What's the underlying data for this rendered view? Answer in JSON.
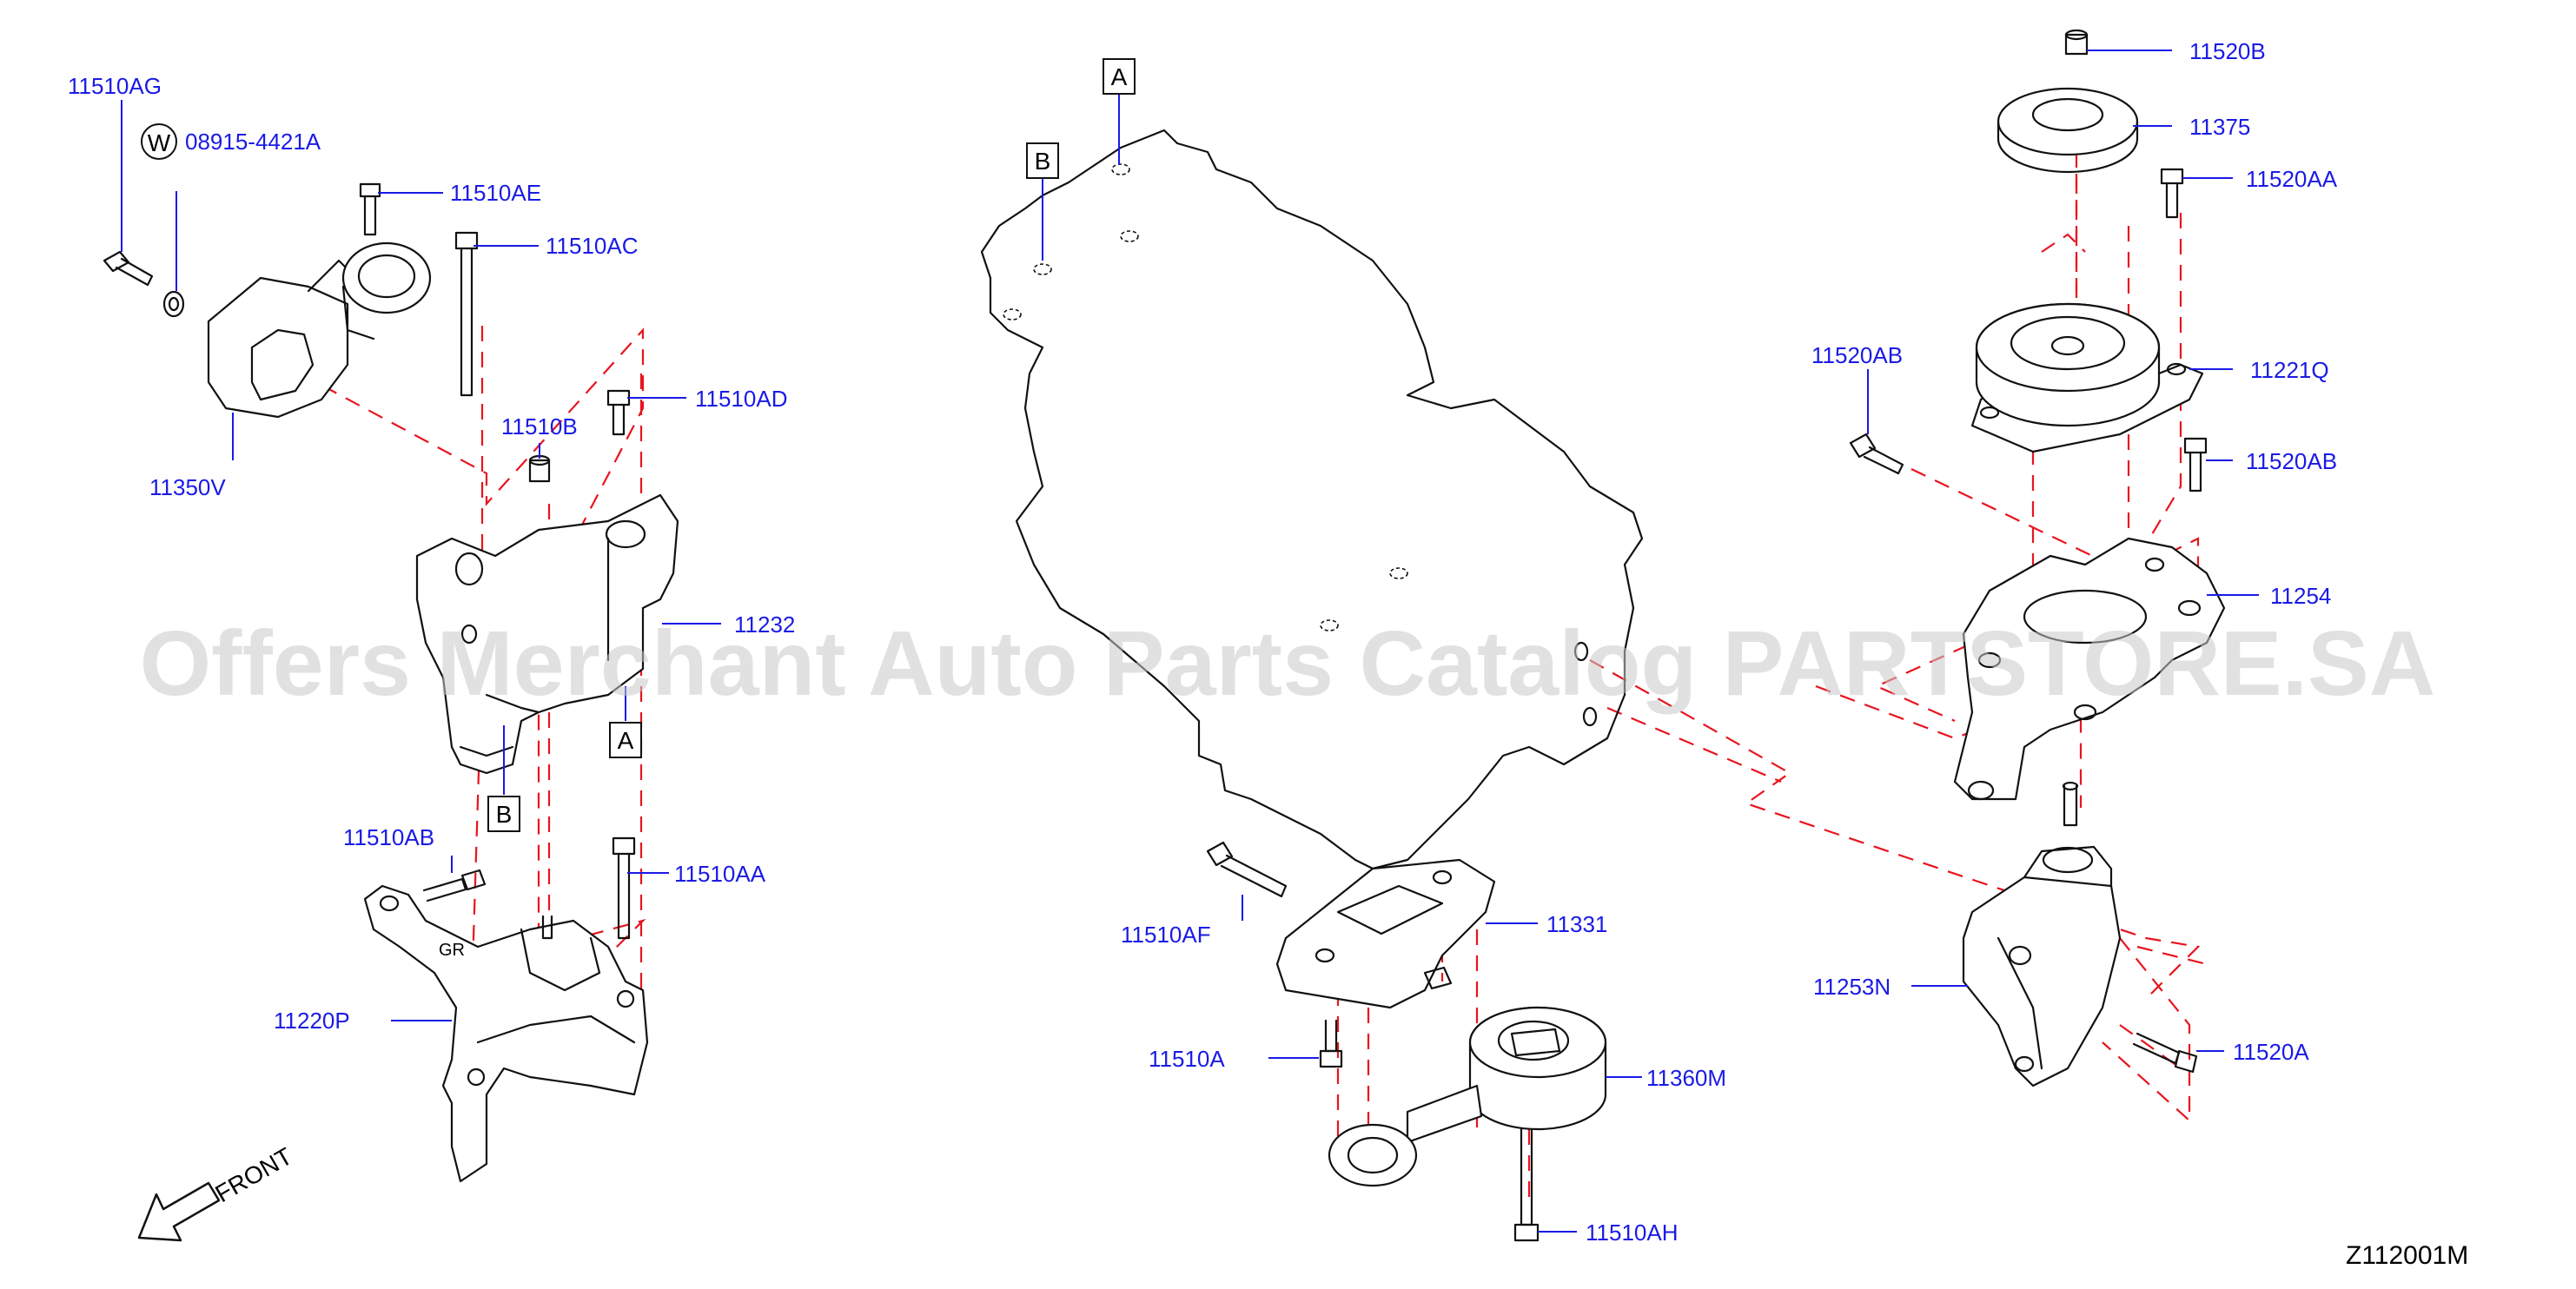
{
  "diagram_code": "Z112001M",
  "watermark": "Offers Merchant Auto Parts Catalog PARTSTORE.SA",
  "front_label": "FRONT",
  "washer_symbol": "W",
  "reference_boxes": {
    "a": "A",
    "b": "B"
  },
  "part_labels": {
    "p11510AG": "11510AG",
    "p08915": "08915-4421A",
    "p11510AE": "11510AE",
    "p11510AC": "11510AC",
    "p11510AD": "11510AD",
    "p11510B": "11510B",
    "p11350V": "11350V",
    "p11232": "11232",
    "p11510AB": "11510AB",
    "p11510AA": "11510AA",
    "p11220P": "11220P",
    "p11510AF": "11510AF",
    "p11331": "11331",
    "p11510A": "11510A",
    "p11360M": "11360M",
    "p11510AH": "11510AH",
    "p11520B": "11520B",
    "p11375": "11375",
    "p11520AA": "11520AA",
    "p11520AB_1": "11520AB",
    "p11221Q": "11221Q",
    "p11520AB_2": "11520AB",
    "p11254": "11254",
    "p11253N": "11253N",
    "p11520A": "11520A"
  },
  "colors": {
    "label": "#1a1ae6",
    "phantom_line": "#e8141e",
    "outline": "#111111",
    "watermark": "#c8c8c8"
  }
}
